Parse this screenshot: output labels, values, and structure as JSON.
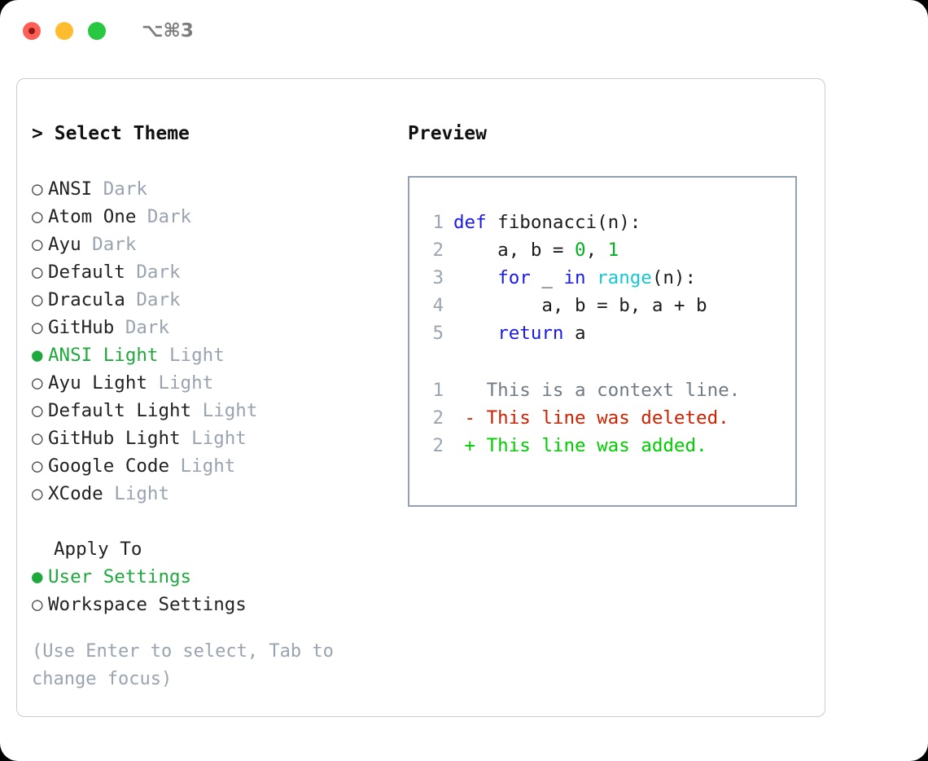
{
  "titlebar": {
    "shortcut": "⌥⌘3",
    "dots": [
      "close",
      "minimize",
      "maximize"
    ]
  },
  "colors": {
    "accent_green": "#1fa83c",
    "muted": "#9aa3b0",
    "keyword_blue": "#1a1ae6",
    "number_green": "#00b020",
    "function_cyan": "#17c7d4",
    "diff_deleted": "#cc2200",
    "diff_added": "#00cc00",
    "panel_border": "#c9ccd1",
    "preview_border": "#93a0b4"
  },
  "theme_selector": {
    "header_prefix": ">",
    "header": "Select Theme",
    "bullet_selected": "●",
    "bullet_unselected": "○",
    "items": [
      {
        "name": "ANSI",
        "kind": "Dark",
        "selected": false
      },
      {
        "name": "Atom One",
        "kind": "Dark",
        "selected": false
      },
      {
        "name": "Ayu",
        "kind": "Dark",
        "selected": false
      },
      {
        "name": "Default",
        "kind": "Dark",
        "selected": false
      },
      {
        "name": "Dracula",
        "kind": "Dark",
        "selected": false
      },
      {
        "name": "GitHub",
        "kind": "Dark",
        "selected": false
      },
      {
        "name": "ANSI Light",
        "kind": "Light",
        "selected": true
      },
      {
        "name": "Ayu Light",
        "kind": "Light",
        "selected": false
      },
      {
        "name": "Default Light",
        "kind": "Light",
        "selected": false
      },
      {
        "name": "GitHub Light",
        "kind": "Light",
        "selected": false
      },
      {
        "name": "Google Code",
        "kind": "Light",
        "selected": false
      },
      {
        "name": "XCode",
        "kind": "Light",
        "selected": false
      }
    ]
  },
  "apply_to": {
    "label": "Apply To",
    "options": [
      {
        "name": "User Settings",
        "selected": true
      },
      {
        "name": "Workspace Settings",
        "selected": false
      }
    ]
  },
  "hint": "(Use Enter to select, Tab to change focus)",
  "preview": {
    "label": "Preview",
    "code": [
      {
        "ln": "1",
        "tokens": [
          {
            "t": "def",
            "c": "kw"
          },
          {
            "t": " fibonacci(n):",
            "c": "plain"
          }
        ]
      },
      {
        "ln": "2",
        "tokens": [
          {
            "t": "    a, b = ",
            "c": "plain"
          },
          {
            "t": "0",
            "c": "num"
          },
          {
            "t": ", ",
            "c": "plain"
          },
          {
            "t": "1",
            "c": "num"
          }
        ]
      },
      {
        "ln": "3",
        "tokens": [
          {
            "t": "    ",
            "c": "plain"
          },
          {
            "t": "for",
            "c": "kw"
          },
          {
            "t": " _ ",
            "c": "plain"
          },
          {
            "t": "in",
            "c": "kw"
          },
          {
            "t": " ",
            "c": "plain"
          },
          {
            "t": "range",
            "c": "fn"
          },
          {
            "t": "(n):",
            "c": "plain"
          }
        ]
      },
      {
        "ln": "4",
        "tokens": [
          {
            "t": "        a, b = b, a + b",
            "c": "plain"
          }
        ]
      },
      {
        "ln": "5",
        "tokens": [
          {
            "t": "    ",
            "c": "plain"
          },
          {
            "t": "return",
            "c": "kw"
          },
          {
            "t": " a",
            "c": "plain"
          }
        ]
      }
    ],
    "diff": [
      {
        "ln": "1",
        "marker": " ",
        "text": " This is a context line.",
        "kind": "ctx"
      },
      {
        "ln": "2",
        "marker": "-",
        "text": " This line was deleted.",
        "kind": "del"
      },
      {
        "ln": "2",
        "marker": "+",
        "text": " This line was added.",
        "kind": "add"
      }
    ]
  }
}
